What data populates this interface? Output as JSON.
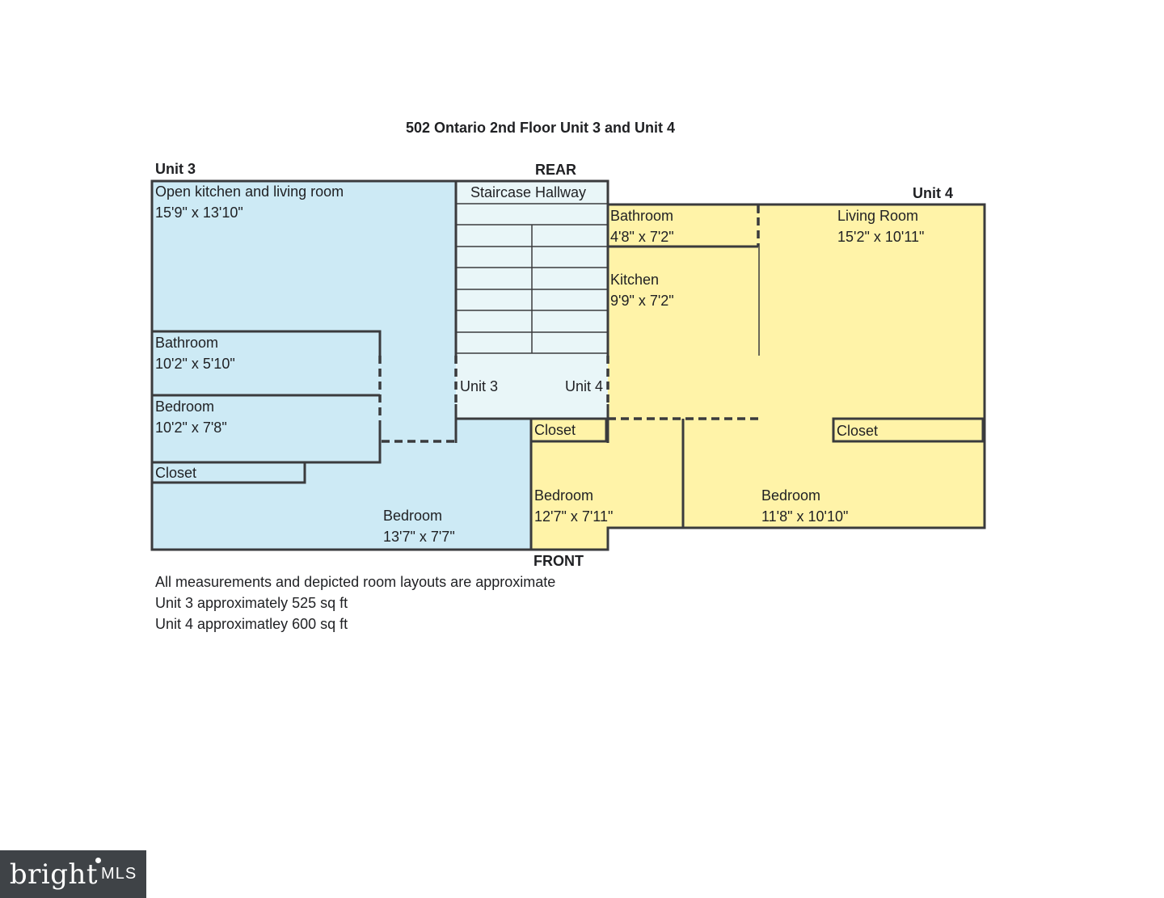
{
  "title": "502 Ontario 2nd Floor Unit 3 and Unit 4",
  "orientation": {
    "rear": "REAR",
    "front": "FRONT"
  },
  "units": {
    "unit3_heading": "Unit 3",
    "unit4_heading": "Unit 4"
  },
  "colors": {
    "unit3_fill": "#cdeaf5",
    "unit4_fill": "#fff3a8",
    "stair_fill": "#e9f6f8",
    "wall": "#3a3b3d"
  },
  "rooms": {
    "u3_open_kitchen": {
      "name": "Open kitchen and living room",
      "size": "15'9\" x 13'10\""
    },
    "u3_bathroom": {
      "name": "Bathroom",
      "size": "10'2\" x 5'10\""
    },
    "u3_bedroom_small": {
      "name": "Bedroom",
      "size": "10'2\" x 7'8\""
    },
    "u3_closet": {
      "name": "Closet"
    },
    "u3_bedroom_front": {
      "name": "Bedroom",
      "size": "13'7\" x 7'7\""
    },
    "staircase": {
      "name": "Staircase Hallway",
      "unit3_label": "Unit 3",
      "unit4_label": "Unit 4"
    },
    "u4_bathroom": {
      "name": "Bathroom",
      "size": "4'8\" x 7'2\""
    },
    "u4_kitchen": {
      "name": "Kitchen",
      "size": "9'9\" x 7'2\""
    },
    "u4_living": {
      "name": "Living Room",
      "size": "15'2\" x 10'11\""
    },
    "u4_closet_left": {
      "name": "Closet"
    },
    "u4_closet_right": {
      "name": "Closet"
    },
    "u4_bedroom_left": {
      "name": "Bedroom",
      "size": "12'7\" x 7'11\""
    },
    "u4_bedroom_right": {
      "name": "Bedroom",
      "size": "11'8\" x 10'10\""
    }
  },
  "notes": [
    "All measurements and depicted room layouts are approximate",
    "Unit 3 approximately 525 sq ft",
    "Unit 4 approximatley 600 sq ft"
  ],
  "watermark": {
    "word": "bright",
    "suffix": "MLS"
  }
}
